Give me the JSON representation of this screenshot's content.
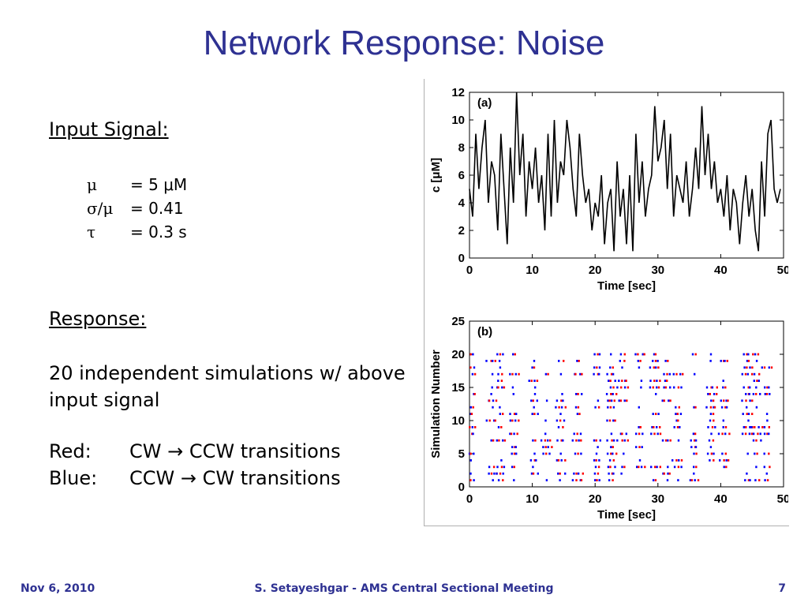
{
  "title": "Network Response: Noise",
  "input": {
    "heading": "Input Signal:",
    "params": [
      {
        "sym": "μ",
        "rest": "= 5 μM"
      },
      {
        "sym": "σ/μ",
        "rest": "= 0.41"
      },
      {
        "sym": "τ",
        "rest": "= 0.3 s"
      }
    ]
  },
  "response": {
    "heading": "Response:",
    "desc": "20 independent simulations w/ above input signal",
    "red_label": "Red:",
    "red_text": "CW → CCW transitions",
    "blue_label": "Blue:",
    "blue_text": "CCW → CW transitions"
  },
  "footer": {
    "date": "Nov 6, 2010",
    "center": "S. Setayeshgar - AMS Central Sectional Meeting",
    "page": "7"
  },
  "chart_data": [
    {
      "type": "line",
      "panel_label": "(a)",
      "xlabel": "Time [sec]",
      "ylabel": "c [μM]",
      "xlim": [
        0,
        50
      ],
      "ylim": [
        0,
        12
      ],
      "xticks": [
        0,
        10,
        20,
        30,
        40,
        50
      ],
      "yticks": [
        0,
        2,
        4,
        6,
        8,
        10,
        12
      ],
      "series": [
        {
          "x": [
            0,
            0.5,
            1,
            1.5,
            2,
            2.5,
            3,
            3.5,
            4,
            4.5,
            5,
            5.5,
            6,
            6.5,
            7,
            7.5,
            8,
            8.5,
            9,
            9.5,
            10,
            10.5,
            11,
            11.5,
            12,
            12.5,
            13,
            13.5,
            14,
            14.5,
            15,
            15.5,
            16,
            16.5,
            17,
            17.5,
            18,
            18.5,
            19,
            19.5,
            20,
            20.5,
            21,
            21.5,
            22,
            22.5,
            23,
            23.5,
            24,
            24.5,
            25,
            25.5,
            26,
            26.5,
            27,
            27.5,
            28,
            28.5,
            29,
            29.5,
            30,
            30.5,
            31,
            31.5,
            32,
            32.5,
            33,
            33.5,
            34,
            34.5,
            35,
            35.5,
            36,
            36.5,
            37,
            37.5,
            38,
            38.5,
            39,
            39.5,
            40,
            40.5,
            41,
            41.5,
            42,
            42.5,
            43,
            43.5,
            44,
            44.5,
            45,
            45.5,
            46,
            46.5,
            47,
            47.5,
            48,
            48.5,
            49,
            49.5
          ],
          "y": [
            5,
            3,
            9,
            5,
            8,
            10,
            4,
            7,
            6,
            2,
            9,
            5,
            1,
            8,
            4,
            12,
            6,
            9,
            3,
            7,
            5,
            8,
            4,
            6,
            2,
            9,
            3,
            10,
            4,
            7,
            6,
            10,
            8,
            5,
            3,
            9,
            6,
            4,
            5,
            2,
            4,
            3,
            6,
            1,
            4,
            5,
            0.5,
            7,
            3,
            5,
            1,
            6,
            0.5,
            9,
            4,
            7,
            3,
            5,
            6,
            11,
            7,
            8,
            10,
            5,
            9,
            3,
            6,
            5,
            4,
            7,
            3,
            5,
            8,
            5,
            11,
            6,
            9,
            5,
            7,
            4,
            5,
            3,
            6,
            2,
            5,
            4,
            1,
            4,
            6,
            3,
            5,
            2,
            0.5,
            7,
            3,
            9,
            10,
            5,
            4,
            5
          ]
        }
      ]
    },
    {
      "type": "scatter",
      "panel_label": "(b)",
      "xlabel": "Time [sec]",
      "ylabel": "Simulation Number",
      "xlim": [
        0,
        50
      ],
      "ylim": [
        0,
        25
      ],
      "xticks": [
        0,
        10,
        20,
        30,
        40,
        50
      ],
      "yticks": [
        0,
        5,
        10,
        15,
        20,
        25
      ],
      "simulations": 20,
      "event_clusters": [
        0.5,
        3.8,
        5.2,
        7.3,
        10.5,
        12.5,
        14.8,
        17.5,
        20.6,
        22.8,
        24.6,
        27.4,
        29.8,
        31.6,
        33.4,
        36.0,
        38.8,
        40.8,
        44.5,
        46.0,
        47.6
      ],
      "series": [
        {
          "name": "CW → CCW",
          "color": "#ff0000"
        },
        {
          "name": "CCW → CW",
          "color": "#0000ff"
        }
      ]
    }
  ]
}
